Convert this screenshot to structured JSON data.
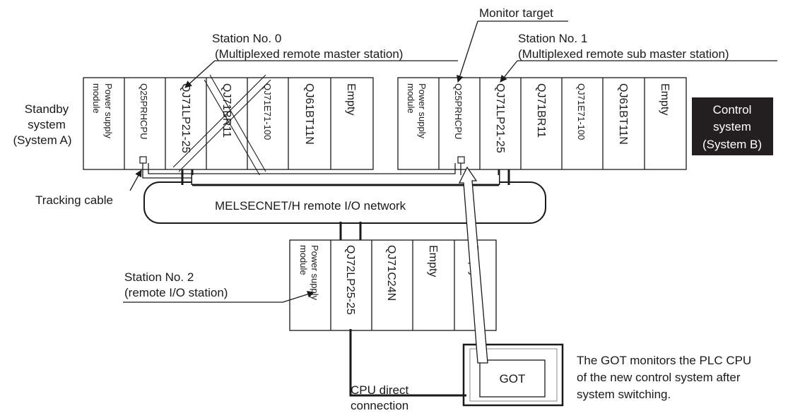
{
  "labels": {
    "monitor_target": "Monitor target",
    "station0_title": "Station No. 0",
    "station0_sub": "(Multiplexed remote master station)",
    "station1_title": "Station No. 1",
    "station1_sub": "(Multiplexed remote sub master station)",
    "standby_line1": "Standby",
    "standby_line2": "system",
    "standby_line3": "(System A)",
    "control_line1": "Control",
    "control_line2": "system",
    "control_line3": "(System B)",
    "tracking_cable": "Tracking cable",
    "network": "MELSECNET/H remote I/O network",
    "station2_title": "Station No. 2",
    "station2_sub": "(remote I/O station)",
    "cpu_direct_line1": "CPU direct",
    "cpu_direct_line2": "connection",
    "got": "GOT",
    "got_note_line1": "The GOT monitors the PLC CPU",
    "got_note_line2": "of the new control system after",
    "got_note_line3": "system switching."
  },
  "system_a": {
    "power_line1": "Power supply",
    "power_line2": "module",
    "modules": [
      "Q25PRHCPU",
      "QJ71LP21-25",
      "QJ71BR11",
      "QJ71E71-100",
      "QJ61BT11N",
      "Empty"
    ]
  },
  "system_b": {
    "power_line1": "Power supply",
    "power_line2": "module",
    "modules": [
      "Q25PRHCPU",
      "QJ71LP21-25",
      "QJ71BR11",
      "QJ71E71-100",
      "QJ61BT11N",
      "Empty"
    ]
  },
  "station2": {
    "power_line1": "Power supply",
    "power_line2": "module",
    "modules": [
      "QJ72LP25-25",
      "QJ71C24N",
      "Empty",
      "Empty"
    ]
  },
  "colors": {
    "line": "#1a1a1a",
    "control_badge_bg": "#231f20",
    "control_badge_text": "#ffffff"
  }
}
